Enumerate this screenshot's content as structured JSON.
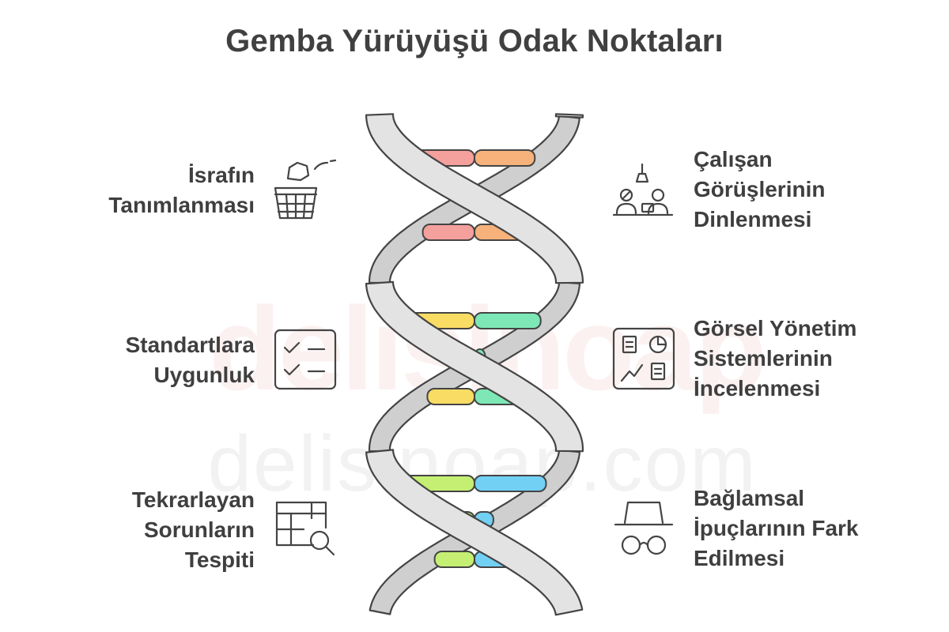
{
  "title": "Gemba Yürüyüşü Odak Noktaları",
  "watermark": {
    "big": "delisinoap",
    "small": "delisinoap.com"
  },
  "colors": {
    "text": "#3f3f3f",
    "helix": "#d9d9d9",
    "helix_stroke": "#444444",
    "rungs": [
      {
        "left": "#f4a09d",
        "right": "#f6b27a"
      },
      {
        "left": "#f9dc63",
        "right": "#7de8b6"
      },
      {
        "left": "#c5ef72",
        "right": "#72d0f4"
      }
    ]
  },
  "left_items": [
    {
      "lines": [
        "İsrafın",
        "Tanımlanması"
      ],
      "icon": "trash-basket-icon"
    },
    {
      "lines": [
        "Standartlara",
        "Uygunluk"
      ],
      "icon": "checklist-icon"
    },
    {
      "lines": [
        "Tekrarlayan",
        "Sorunların",
        "Tespiti"
      ],
      "icon": "table-search-icon"
    }
  ],
  "right_items": [
    {
      "lines": [
        "Çalışan",
        "Görüşlerinin",
        "Dinlenmesi"
      ],
      "icon": "meeting-people-icon"
    },
    {
      "lines": [
        "Görsel Yönetim",
        "Sistemlerinin",
        "İncelenmesi"
      ],
      "icon": "dashboard-icon"
    },
    {
      "lines": [
        "Bağlamsal",
        "İpuçlarının Fark",
        "Edilmesi"
      ],
      "icon": "detective-icon"
    }
  ]
}
